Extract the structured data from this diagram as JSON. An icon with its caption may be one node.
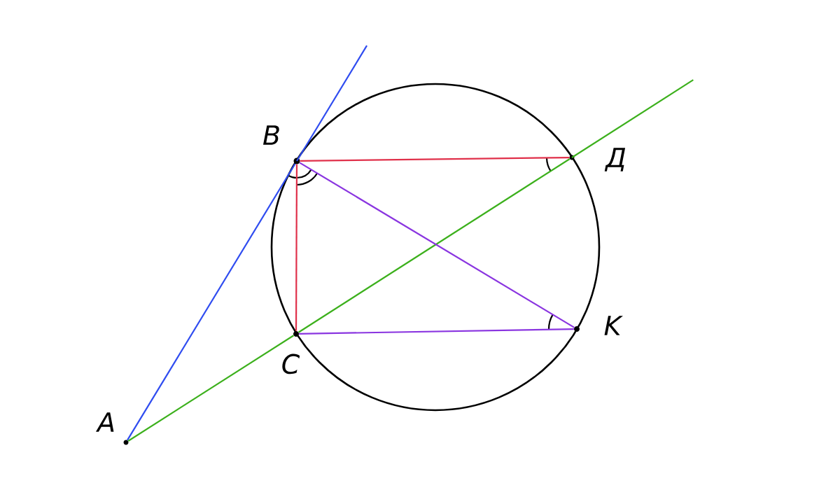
{
  "diagram": {
    "nodes": [
      {
        "text": [],
        "shape": "circle",
        "beside": [
          "A"
        ]
      },
      {
        "text": [],
        "shape": "circle",
        "beside": [
          "B"
        ]
      },
      {
        "text": [],
        "shape": "circle",
        "beside": [
          "C"
        ]
      },
      {
        "text": [],
        "shape": "circle",
        "beside": [
          "Д"
        ]
      },
      {
        "text": [],
        "shape": "circle",
        "beside": [
          "K"
        ]
      }
    ],
    "edges": [
      {
        "from": 0,
        "to": 1,
        "arrow": "none",
        "color": "#2f4cf0"
      },
      {
        "from": 0,
        "to": 2,
        "arrow": "none",
        "color": "#3cb01c"
      },
      {
        "from": 2,
        "to": 3,
        "arrow": "none",
        "color": "#3cb01c"
      },
      {
        "from": 1,
        "to": 3,
        "arrow": "none",
        "color": "#e0304a"
      },
      {
        "from": 1,
        "to": 2,
        "arrow": "none",
        "color": "#e0304a"
      },
      {
        "from": 1,
        "to": 4,
        "arrow": "none",
        "color": "#8a35e0"
      },
      {
        "from": 2,
        "to": 4,
        "arrow": "none",
        "color": "#8a35e0"
      }
    ]
  }
}
